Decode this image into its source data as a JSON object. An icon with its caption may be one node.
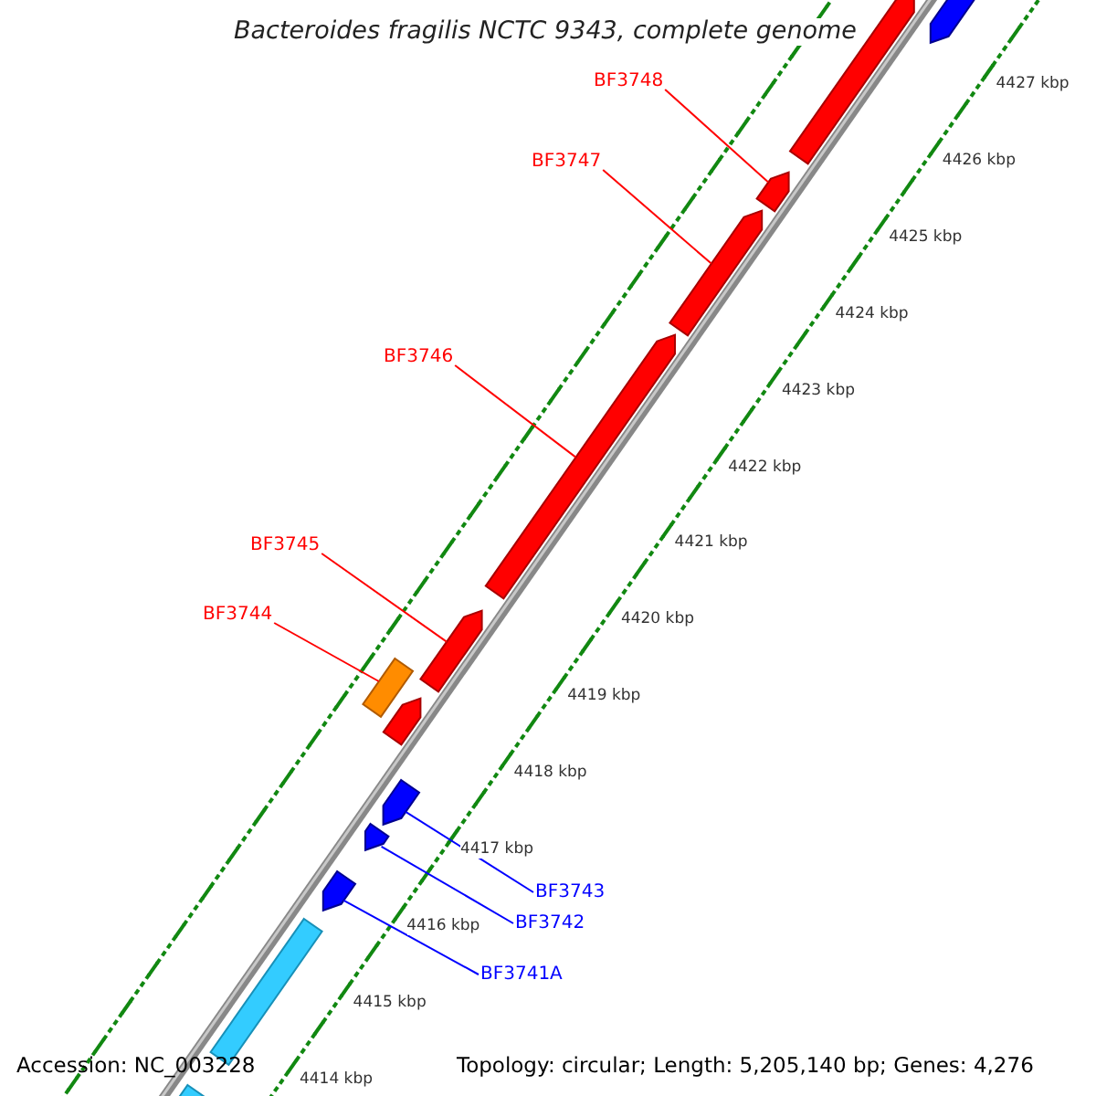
{
  "diagram": {
    "title": "Bacteroides fragilis NCTC 9343, complete genome",
    "nodes": [
      {
        "text": [
          "BF3748"
        ]
      },
      {
        "text": [],
        "shape": "arrow"
      },
      {
        "text": [
          "BF3747"
        ]
      },
      {
        "text": [],
        "shape": "arrow"
      },
      {
        "text": [
          "BF3746"
        ]
      },
      {
        "text": [],
        "shape": "arrow"
      },
      {
        "text": [
          "BF3745"
        ]
      },
      {
        "text": [],
        "shape": "arrow"
      },
      {
        "text": [
          "BF3744"
        ]
      },
      {
        "text": [],
        "shape": "box"
      },
      {
        "text": [
          "BF3743"
        ]
      },
      {
        "text": [],
        "shape": "arrow"
      },
      {
        "text": [
          "BF3742"
        ]
      },
      {
        "text": [],
        "shape": "arrow"
      },
      {
        "text": [
          "BF3741A"
        ]
      },
      {
        "text": [],
        "shape": "arrow"
      },
      {
        "text": [],
        "shape": "arrow"
      },
      {
        "text": [],
        "shape": "arrow"
      },
      {
        "text": [],
        "shape": "arrow"
      },
      {
        "text": [],
        "shape": "bar"
      },
      {
        "text": [],
        "shape": "bar"
      }
    ],
    "edges": [
      {
        "from": 0,
        "to": 1,
        "arrow": "none"
      },
      {
        "from": 2,
        "to": 3,
        "arrow": "none"
      },
      {
        "from": 4,
        "to": 5,
        "arrow": "none"
      },
      {
        "from": 6,
        "to": 7,
        "arrow": "none"
      },
      {
        "from": 8,
        "to": 9,
        "arrow": "none"
      },
      {
        "from": 10,
        "to": 11,
        "arrow": "none",
        "color": "#0000ff"
      },
      {
        "from": 12,
        "to": 13,
        "arrow": "none",
        "color": "#0000ff"
      },
      {
        "from": 14,
        "to": 15,
        "arrow": "none",
        "color": "#0000ff"
      }
    ],
    "labels": [
      "4427 kbp",
      "4426 kbp",
      "4425 kbp",
      "4424 kbp",
      "4423 kbp",
      "4422 kbp",
      "4421 kbp",
      "4420 kbp",
      "4419 kbp",
      "4418 kbp",
      "4417 kbp",
      "4416 kbp",
      "4415 kbp",
      "4414 kbp",
      "Accession: NC_003228",
      "Topology: circular; Length: 5,205,140 bp; Genes: 4,276"
    ]
  }
}
